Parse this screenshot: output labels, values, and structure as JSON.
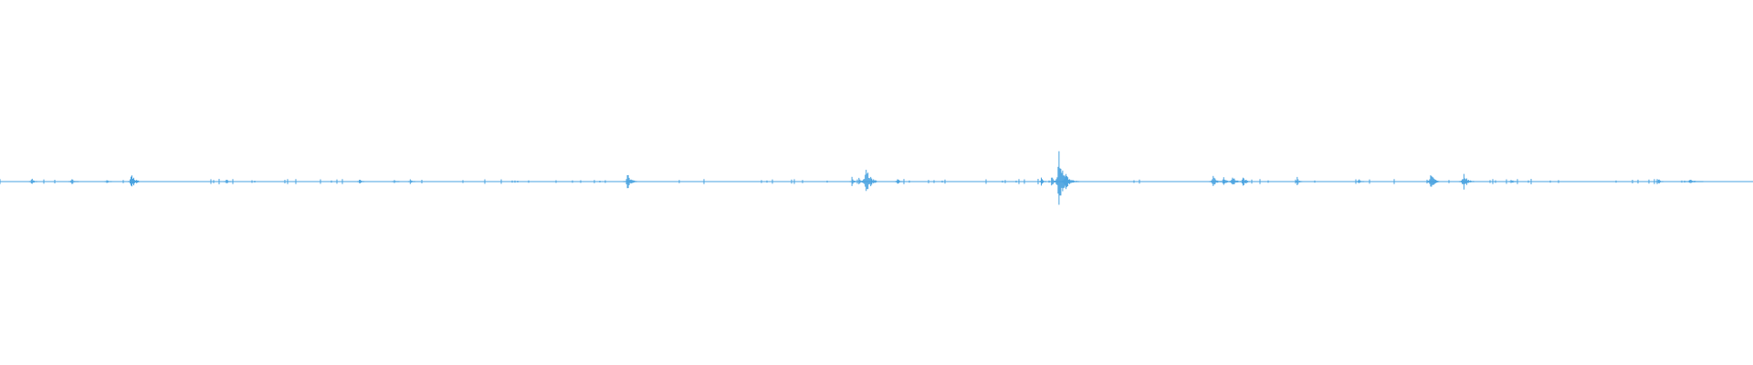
{
  "waveform": {
    "color": "#4aa3e0",
    "background": "#ffffff",
    "duration": 1.0,
    "max_amplitude": 1.0,
    "bursts": [
      {
        "t": 0.018,
        "amp": 0.13,
        "width": 0.0012
      },
      {
        "t": 0.041,
        "amp": 0.1,
        "width": 0.0015
      },
      {
        "t": 0.061,
        "amp": 0.08,
        "width": 0.001
      },
      {
        "t": 0.075,
        "amp": 0.35,
        "width": 0.0018
      },
      {
        "t": 0.129,
        "amp": 0.1,
        "width": 0.001
      },
      {
        "t": 0.205,
        "amp": 0.11,
        "width": 0.001
      },
      {
        "t": 0.225,
        "amp": 0.08,
        "width": 0.001
      },
      {
        "t": 0.234,
        "amp": 0.08,
        "width": 0.001
      },
      {
        "t": 0.358,
        "amp": 0.25,
        "width": 0.0022
      },
      {
        "t": 0.486,
        "amp": 0.18,
        "width": 0.001
      },
      {
        "t": 0.49,
        "amp": 0.12,
        "width": 0.001
      },
      {
        "t": 0.494,
        "amp": 0.5,
        "width": 0.0025
      },
      {
        "t": 0.512,
        "amp": 0.15,
        "width": 0.001
      },
      {
        "t": 0.594,
        "amp": 0.15,
        "width": 0.001
      },
      {
        "t": 0.6,
        "amp": 0.2,
        "width": 0.0012
      },
      {
        "t": 0.604,
        "amp": 1.0,
        "width": 0.0025
      },
      {
        "t": 0.608,
        "amp": 0.25,
        "width": 0.003
      },
      {
        "t": 0.692,
        "amp": 0.18,
        "width": 0.002
      },
      {
        "t": 0.698,
        "amp": 0.15,
        "width": 0.002
      },
      {
        "t": 0.703,
        "amp": 0.18,
        "width": 0.002
      },
      {
        "t": 0.709,
        "amp": 0.2,
        "width": 0.0015
      },
      {
        "t": 0.74,
        "amp": 0.15,
        "width": 0.001
      },
      {
        "t": 0.775,
        "amp": 0.12,
        "width": 0.0012
      },
      {
        "t": 0.816,
        "amp": 0.32,
        "width": 0.002
      },
      {
        "t": 0.835,
        "amp": 0.25,
        "width": 0.0025
      },
      {
        "t": 0.862,
        "amp": 0.1,
        "width": 0.001
      },
      {
        "t": 0.946,
        "amp": 0.11,
        "width": 0.001
      },
      {
        "t": 0.964,
        "amp": 0.08,
        "width": 0.003
      }
    ]
  }
}
